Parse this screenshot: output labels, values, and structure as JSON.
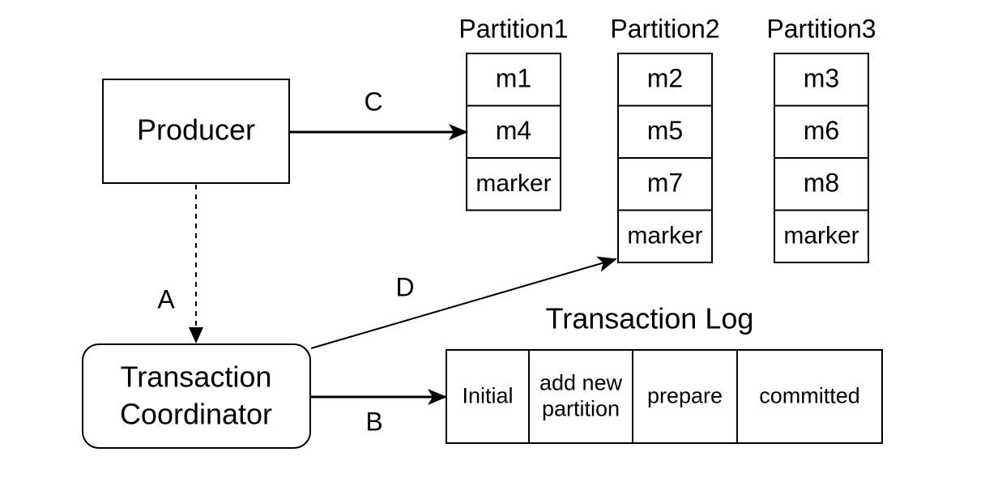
{
  "producer": {
    "label": "Producer"
  },
  "coordinator": {
    "line1": "Transaction",
    "line2": "Coordinator"
  },
  "partitions": [
    {
      "title": "Partition1",
      "cells": [
        "m1",
        "m4",
        "marker"
      ]
    },
    {
      "title": "Partition2",
      "cells": [
        "m2",
        "m5",
        "m7",
        "marker"
      ]
    },
    {
      "title": "Partition3",
      "cells": [
        "m3",
        "m6",
        "m8",
        "marker"
      ]
    }
  ],
  "transaction_log": {
    "title": "Transaction Log",
    "cells": [
      {
        "lines": [
          "Initial"
        ]
      },
      {
        "lines": [
          "add new",
          "partition"
        ]
      },
      {
        "lines": [
          "prepare"
        ]
      },
      {
        "lines": [
          "committed"
        ]
      }
    ]
  },
  "arrows": {
    "a": "A",
    "b": "B",
    "c": "C",
    "d": "D"
  },
  "colors": {
    "stroke": "#000000",
    "background": "#ffffff"
  }
}
